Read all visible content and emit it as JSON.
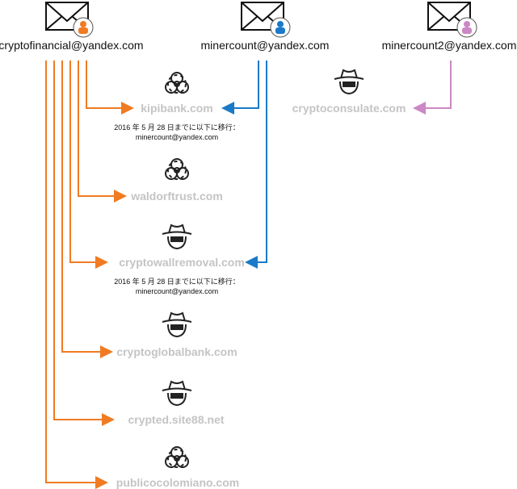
{
  "colors": {
    "cryptofinancial": "#f07b22",
    "minercount": "#1a7ac8",
    "minercount2": "#cc88c4",
    "domain_text": "#c4c4c4"
  },
  "emails": [
    {
      "address": "cryptofinancial@yandex.com",
      "icon": "envelope-user-icon"
    },
    {
      "address": "minercount@yandex.com",
      "icon": "envelope-user-icon"
    },
    {
      "address": "minercount2@yandex.com",
      "icon": "envelope-user-icon"
    }
  ],
  "domains": [
    {
      "name": "kipibank.com",
      "icon": "biohazard-icon",
      "note": [
        "2016 年 5 月 28 日までに以下に移行：",
        "minercount@yandex.com"
      ]
    },
    {
      "name": "waldorftrust.com",
      "icon": "biohazard-icon"
    },
    {
      "name": "cryptowallremoval.com",
      "icon": "hacker-hat-icon",
      "note": [
        "2016 年 5 月 28 日までに以下に移行：",
        "minercount@yandex.com"
      ]
    },
    {
      "name": "cryptoglobalbank.com",
      "icon": "hacker-hat-icon"
    },
    {
      "name": "crypted.site88.net",
      "icon": "hacker-hat-icon"
    },
    {
      "name": "publicocolomiano.com",
      "icon": "biohazard-icon"
    },
    {
      "name": "cryptoconsulate.com",
      "icon": "hacker-hat-icon"
    }
  ]
}
